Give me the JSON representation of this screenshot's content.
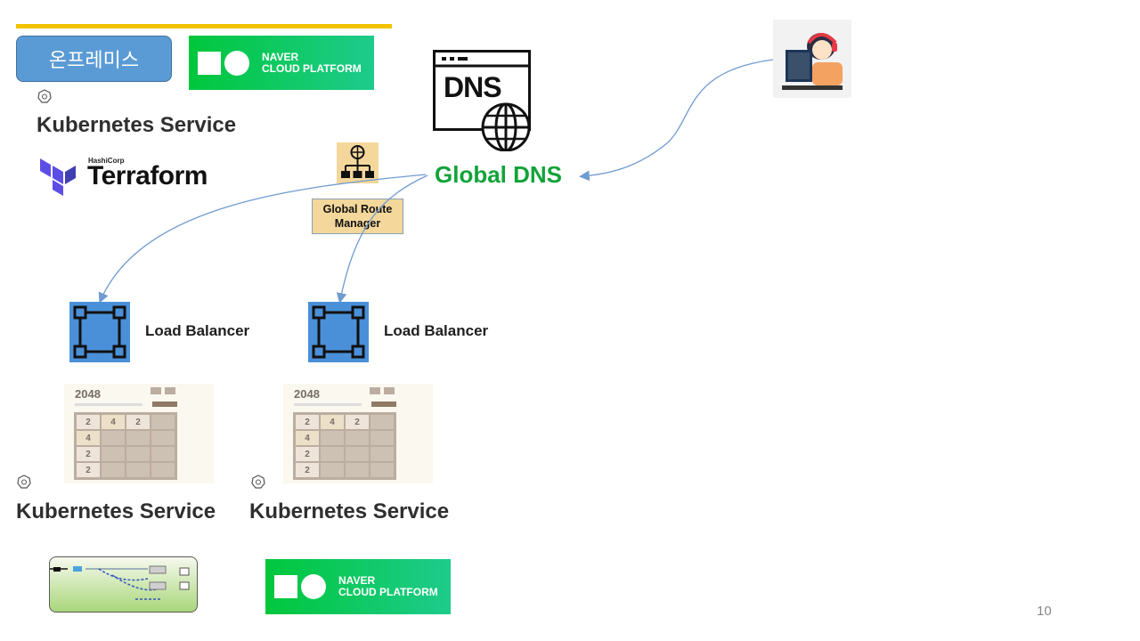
{
  "header": {
    "onprem_label": "온프레미스"
  },
  "ncp_logo": {
    "line1": "NAVER",
    "line2": "CLOUD PLATFORM"
  },
  "kubernetes": {
    "label": "Kubernetes Service"
  },
  "terraform": {
    "brand": "HashiCorp",
    "name": "Terraform"
  },
  "dns": {
    "icon_text": "DNS",
    "global_label": "Global DNS"
  },
  "grm": {
    "label_line1": "Global Route",
    "label_line2": "Manager"
  },
  "load_balancers": [
    {
      "label": "Load Balancer"
    },
    {
      "label": "Load Balancer"
    }
  ],
  "games": [
    {
      "title": "2048",
      "tiles": [
        "2",
        "4",
        "2",
        "",
        "4",
        "",
        "",
        "",
        "2",
        "",
        "",
        "",
        "2",
        "",
        "",
        ""
      ]
    },
    {
      "title": "2048",
      "tiles": [
        "2",
        "4",
        "2",
        "",
        "4",
        "",
        "",
        "",
        "2",
        "",
        "",
        "",
        "2",
        "",
        "",
        ""
      ]
    }
  ],
  "page_number": "10",
  "colors": {
    "accent_bar": "#f2c200",
    "onprem_blue": "#5b9bd5",
    "ncp_green": "#03c75a",
    "global_dns_green": "#12a33a",
    "lb_blue": "#4a90d9",
    "arrow": "#6f9bd1"
  }
}
